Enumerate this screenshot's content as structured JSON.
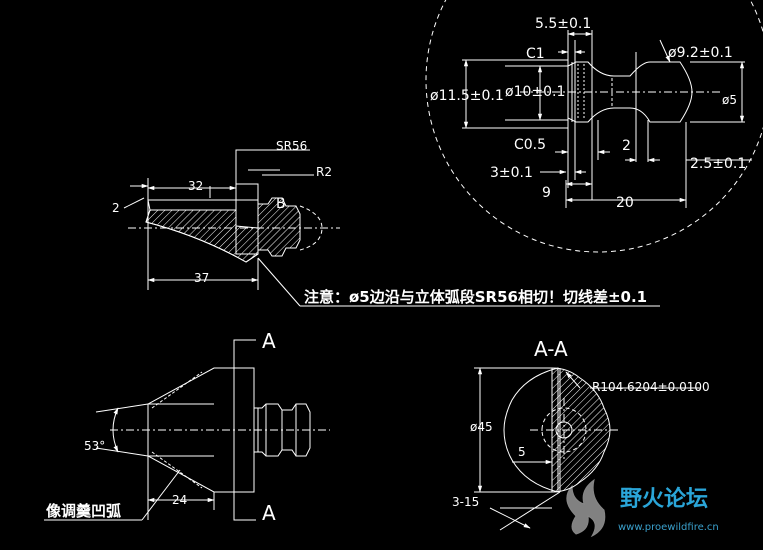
{
  "detail_view": {
    "dims": {
      "len_5_5": "5.5±0.1",
      "c1": "C1",
      "dia_9_2": "ø9.2±0.1",
      "dia_11_5": "ø11.5±0.1",
      "dia_10": "ø10±0.1",
      "dia_5": "ø5",
      "c0_5": "C0.5",
      "len_2": "2",
      "len_2_5": "2.5±0.1",
      "len_3": "3±0.1",
      "len_9": "9",
      "len_20": "20"
    }
  },
  "side_view": {
    "dims": {
      "sr56": "SR56",
      "r2": "R2",
      "b_label": "B",
      "len_2": "2",
      "len_32": "32",
      "len_37": "37"
    }
  },
  "note": "注意：ø5边沿与立体弧段SR56相切！切线差±0.1",
  "front_view": {
    "section_top": "A",
    "section_bottom": "A",
    "angle": "53°",
    "len_24": "24",
    "caption": "像调羹凹弧"
  },
  "section_view": {
    "title": "A-A",
    "radius": "R104.6204±0.0100",
    "dia_45": "ø45",
    "len_5": "5",
    "len_3_15": "3-15"
  },
  "watermark": {
    "name": "野火论坛",
    "url": "www.proewildfire.cn"
  },
  "colors": {
    "background": "#000000",
    "lines": "#ffffff",
    "logo": "#2aa5d8"
  }
}
